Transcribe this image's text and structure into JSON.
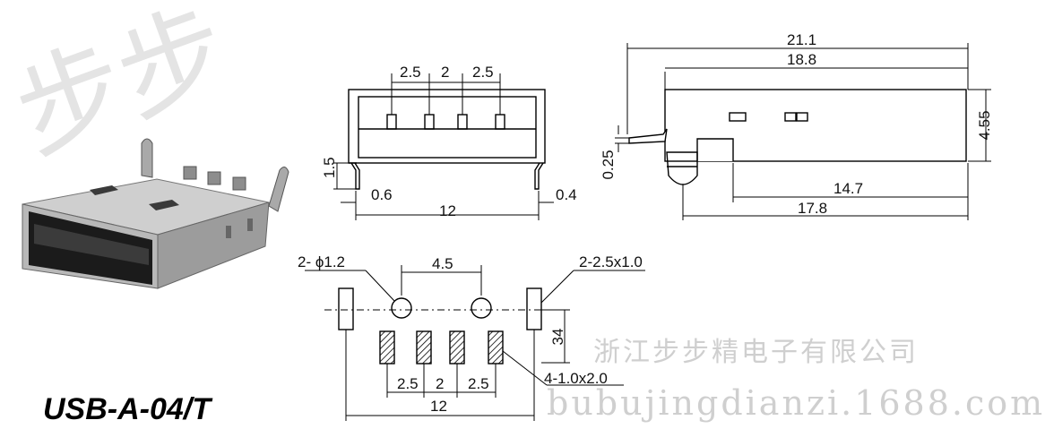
{
  "model": "USB-A-04/T",
  "watermark": {
    "company": "浙江步步精电子有限公司",
    "url": "bubujingdianzi.1688.com"
  },
  "front_view": {
    "pitch_left": "2.5",
    "pitch_mid": "2",
    "pitch_right": "2.5",
    "leg_height": "1.5",
    "left_leg": "0.6",
    "right_leg": "0.4",
    "width": "12"
  },
  "side_view": {
    "total_length": "21.1",
    "body_length": "18.8",
    "height": "4.55",
    "pin_thickness": "0.25",
    "peg_to_end": "14.7",
    "overall_to_end": "17.8"
  },
  "pcb_layout": {
    "hole_label": "2- ϕ1.2",
    "hole_spacing": "4.5",
    "slot_label": "2-2.5x1.0",
    "row_spacing": "34",
    "pad_label": "4-1.0x2.0",
    "pitch_left": "2.5",
    "pitch_mid": "2",
    "pitch_right": "2.5",
    "width": "12"
  }
}
